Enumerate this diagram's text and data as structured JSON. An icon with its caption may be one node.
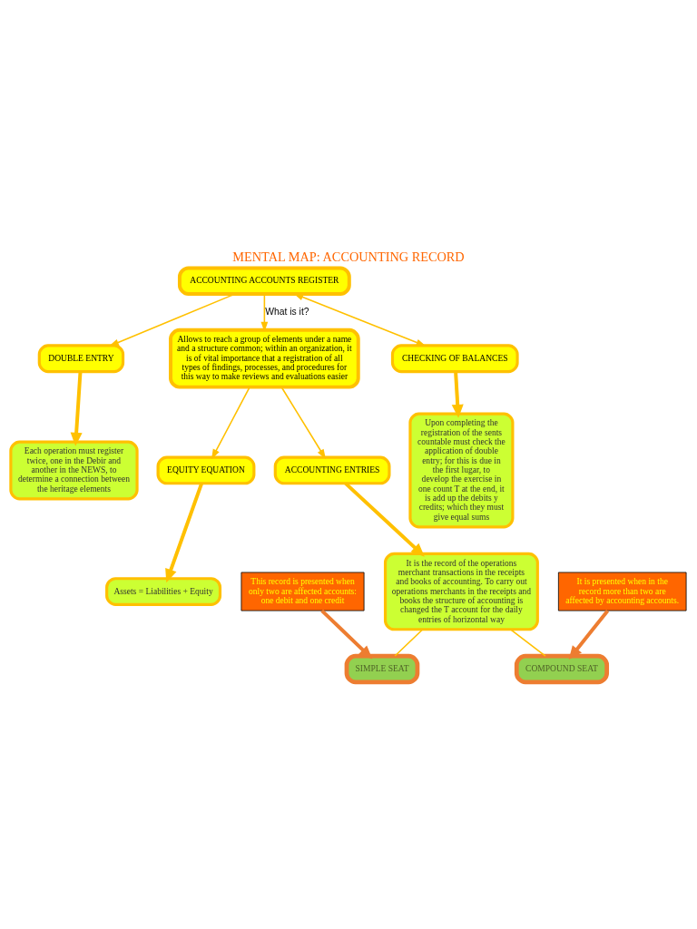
{
  "diagram": {
    "title": "MENTAL MAP: ACCOUNTING RECORD",
    "nodes": [
      {
        "text": [
          "ACCOUNTING ACCOUNTS REGISTER"
        ]
      },
      {
        "text": [
          "DOUBLE ENTRY"
        ]
      },
      {
        "text": [
          "Each operation must register twice, one in the Debir and another in the NEWS, to determine a connection between the heritage elements"
        ]
      },
      {
        "text": [
          "Allows to reach a group of elements under a name and a structure common; within an organization, it is of vital importance that a registration of all types of findings, processes, and procedures for this way to make reviews and evaluations easier"
        ]
      },
      {
        "text": [
          "EQUITY EQUATION"
        ]
      },
      {
        "text": [
          "Assets = Liabilities + Equity"
        ]
      },
      {
        "text": [
          "ACCOUNTING ENTRIES"
        ]
      },
      {
        "text": [
          "It is the record of the operations merchant transactions in the receipts and books of accounting. To carry out operations merchants in the receipts and books the structure of accounting is changed the T account for the daily entries of horizontal way"
        ]
      },
      {
        "text": [
          "CHECKING OF BALANCES"
        ]
      },
      {
        "text": [
          "Upon completing the registration of the sents countable must check the application of double entry; for this is due in the first lugar, to develop the exercise in one count T at the end, it is add up the debits y credits; which they must give equal sums"
        ]
      },
      {
        "text": [
          "SIMPLE SEAT"
        ]
      },
      {
        "text": [
          "COMPOUND SEAT"
        ]
      },
      {
        "text": [
          "This record is presented when only two are affected accounts: one debit and one credit"
        ]
      },
      {
        "text": [
          "It is presented when in the record more than two are affected by accounting accounts."
        ]
      }
    ],
    "edges": [
      {
        "from": 0,
        "to": 1,
        "arrow": "to"
      },
      {
        "from": 0,
        "to": 3,
        "arrow": "to",
        "label": "What is it?"
      },
      {
        "from": 0,
        "to": 8,
        "arrow": "both"
      },
      {
        "from": 1,
        "to": 2,
        "arrow": "to",
        "style": "thick"
      },
      {
        "from": 3,
        "to": 4,
        "arrow": "to"
      },
      {
        "from": 3,
        "to": 6,
        "arrow": "to"
      },
      {
        "from": 4,
        "to": 5,
        "arrow": "to",
        "style": "thick"
      },
      {
        "from": 6,
        "to": 7,
        "arrow": "to",
        "style": "thick"
      },
      {
        "from": 8,
        "to": 9,
        "arrow": "to",
        "style": "thick"
      },
      {
        "from": 7,
        "to": 10,
        "arrow": "none"
      },
      {
        "from": 7,
        "to": 11,
        "arrow": "none"
      },
      {
        "from": 12,
        "to": 10,
        "arrow": "to",
        "style": "thick",
        "color": "#ed7d31"
      },
      {
        "from": 13,
        "to": 11,
        "arrow": "to",
        "style": "thick",
        "color": "#ed7d31"
      }
    ]
  }
}
